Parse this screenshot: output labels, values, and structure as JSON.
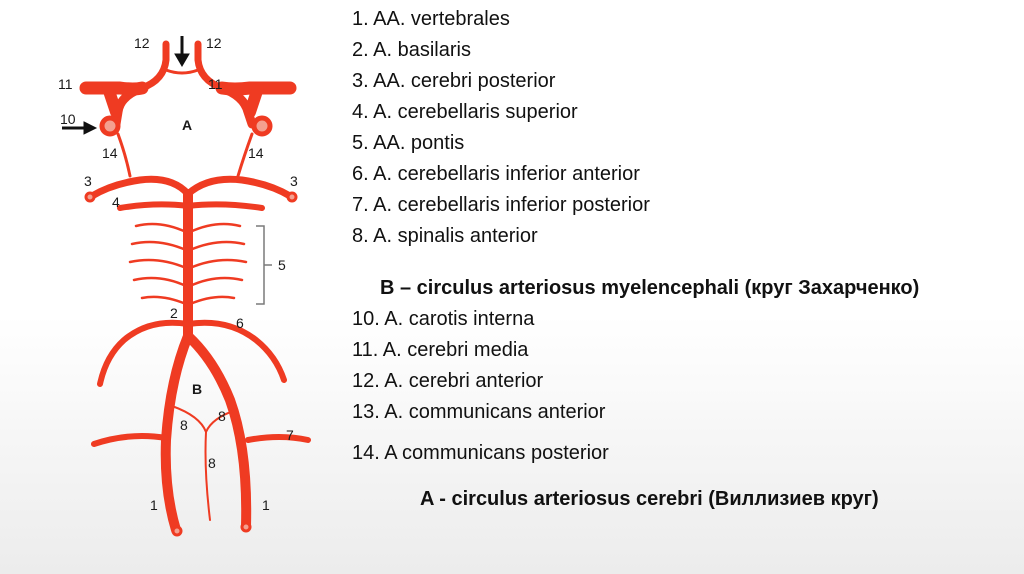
{
  "diagram": {
    "labels": {
      "n12_left": "12",
      "n12_right": "12",
      "n11_left": "11",
      "n11_right": "11",
      "n10": "10",
      "region_a": "A",
      "n14_left": "14",
      "n14_right": "14",
      "n3_left": "3",
      "n3_right": "3",
      "n4": "4",
      "n5": "5",
      "n2": "2",
      "n6": "6",
      "region_b": "B",
      "n8_left": "8",
      "n8_right": "8",
      "n8_bottom": "8",
      "n7": "7",
      "n1_left": "1",
      "n1_right": "1"
    },
    "colors": {
      "artery": "#ef3b22",
      "vessel_fill": "#f4a090",
      "label": "#1a1a1a"
    },
    "icons": [
      "down-arrow-icon",
      "right-arrow-icon"
    ]
  },
  "legend": {
    "items": [
      "1.  AA. vertebrales",
      "2.  A. basilaris",
      "3.   AA. cerebri posterior",
      "4.  A. cerebellaris superior",
      "5.  AA. pontis",
      "6.  A. cerebellaris inferior anterior",
      "7.  A.  cerebellaris inferior posterior",
      "8.  A. spinalis anterior"
    ],
    "heading_b": "B – circulus arteriosus myelencephali (круг Захарченко)",
    "items_b": [
      "10.  A. carotis interna",
      "11.  A. cerebri media",
      "12. A. cerebri anterior",
      "13. A. communicans anterior"
    ],
    "item_14": "14. A communicans posterior",
    "heading_a": "A -  circulus arteriosus cerebri (Виллизиев круг)"
  }
}
